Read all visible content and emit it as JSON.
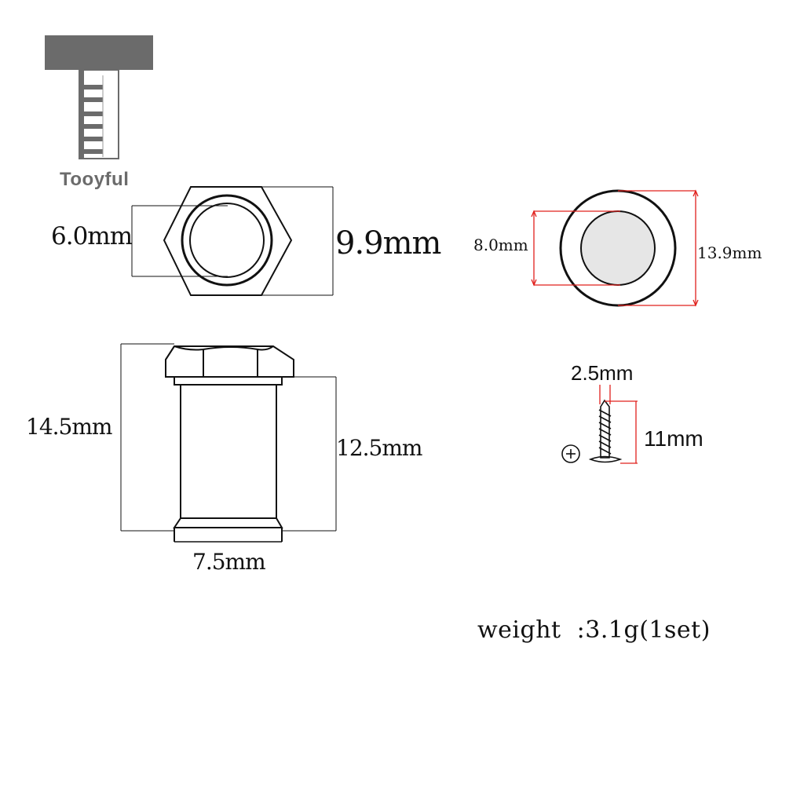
{
  "brand": {
    "name": "Tooyful",
    "primary_color": "#6b6b6b"
  },
  "dimensions": {
    "nut_inner_diameter": "6.0mm",
    "nut_outer_width": "9.9mm",
    "washer_inner_diameter": "8.0mm",
    "washer_outer_diameter": "13.9mm",
    "bushing_total_height": "14.5mm",
    "bushing_body_height": "12.5mm",
    "bushing_thread_diameter": "7.5mm",
    "screw_diameter": "2.5mm",
    "screw_length": "11mm"
  },
  "weight_text": "weight  :3.1g(1set)",
  "colors": {
    "line": "#111111",
    "dimension_red": "#e0201c",
    "washer_fill": "#e6e6e6",
    "logo_gray": "#6b6b6b"
  }
}
